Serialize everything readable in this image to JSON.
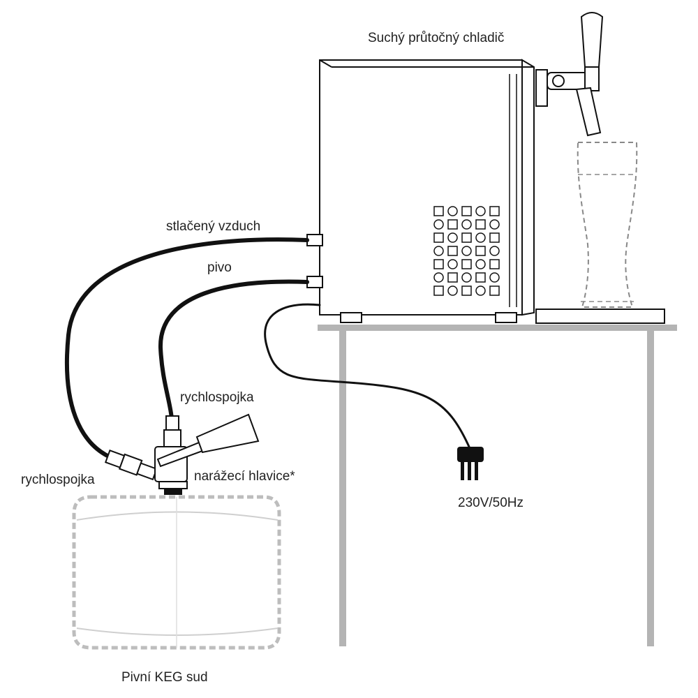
{
  "labels": {
    "cooler": "Suchý průtočný chladič",
    "air": "stlačený vzduch",
    "beer": "pivo",
    "quick_coupler_top": "rychlospojka",
    "quick_coupler_left": "rychlospojka",
    "tap_head": "narážecí hlavice*",
    "power": "230V/50Hz",
    "keg": "Pivní KEG sud"
  },
  "colors": {
    "ink": "#111111",
    "table": "#b4b4b4",
    "ghost": "#bdbdbd",
    "text": "#222222"
  }
}
